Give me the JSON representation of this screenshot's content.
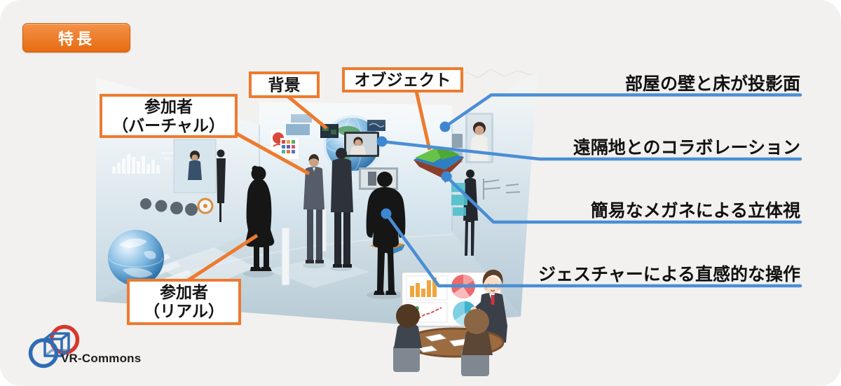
{
  "badge": {
    "label": "特長"
  },
  "callouts": {
    "background": {
      "label": "背景"
    },
    "object": {
      "label": "オブジェクト"
    },
    "participant_virtual": {
      "line1": "参加者",
      "line2": "（バーチャル）"
    },
    "participant_real": {
      "line1": "参加者",
      "line2": "（リアル）"
    }
  },
  "features": [
    {
      "label": "部屋の壁と床が投影面"
    },
    {
      "label": "遠隔地とのコラボレーション"
    },
    {
      "label": "簡易なメガネによる立体視"
    },
    {
      "label": "ジェスチャーによる直感的な操作"
    }
  ],
  "logo": {
    "text": "VR-Commons"
  },
  "colors": {
    "accent_orange": "#ED7B2F",
    "line_blue": "#4A8ED5",
    "dot_blue": "#3D87D2",
    "card_background": "#F2F1EF",
    "logo_red": "#D8372B",
    "logo_blue": "#2F6CB4"
  }
}
